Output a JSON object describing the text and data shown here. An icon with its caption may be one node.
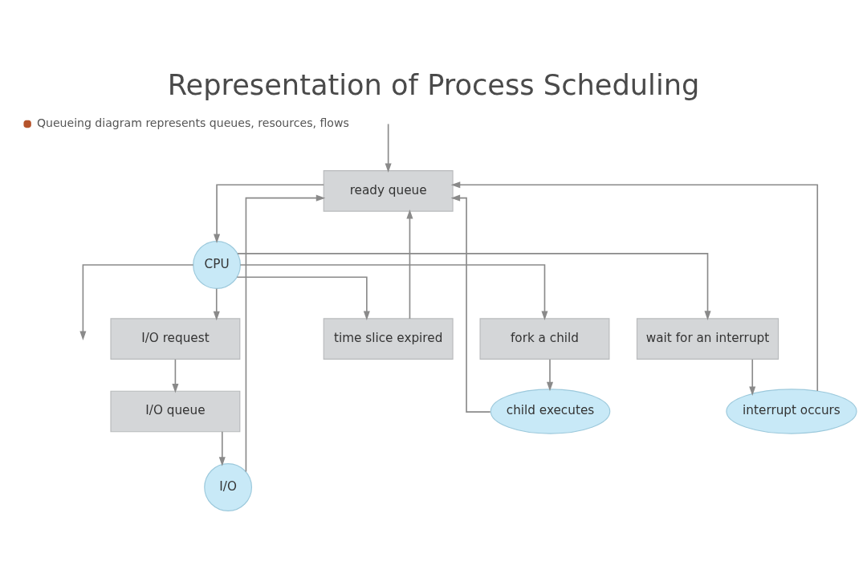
{
  "diagram": {
    "title": "Representation of Process Scheduling",
    "nodes": [
      {
        "text": [
          "ready queue"
        ]
      },
      {
        "text": [
          "CPU"
        ]
      },
      {
        "text": [
          "I/O"
        ]
      },
      {
        "text": [
          "I/O queue"
        ]
      },
      {
        "text": [
          "I/O request"
        ]
      },
      {
        "text": [
          "time slice expired"
        ]
      },
      {
        "text": [
          "fork a child"
        ]
      },
      {
        "text": [
          "child executes"
        ]
      },
      {
        "text": [
          "wait for an interrupt"
        ]
      },
      {
        "text": [
          "interrupt occurs"
        ]
      }
    ],
    "edges": [
      {
        "from": null,
        "to": 0,
        "arrow": "to"
      },
      {
        "from": 0,
        "to": 1,
        "arrow": "to"
      },
      {
        "from": 1,
        "to": null,
        "arrow": "to"
      },
      {
        "from": 1,
        "to": 4,
        "arrow": "to"
      },
      {
        "from": 1,
        "to": 5,
        "arrow": "to"
      },
      {
        "from": 1,
        "to": 6,
        "arrow": "to"
      },
      {
        "from": 1,
        "to": 8,
        "arrow": "to"
      },
      {
        "from": 4,
        "to": 3,
        "arrow": "to"
      },
      {
        "from": 3,
        "to": 2,
        "arrow": "to"
      },
      {
        "from": 6,
        "to": 7,
        "arrow": "to"
      },
      {
        "from": 8,
        "to": 9,
        "arrow": "to"
      },
      {
        "from": 2,
        "to": 0,
        "arrow": "to"
      },
      {
        "from": 5,
        "to": 0,
        "arrow": "to"
      },
      {
        "from": 7,
        "to": 0,
        "arrow": "to"
      },
      {
        "from": 9,
        "to": 0,
        "arrow": "to"
      }
    ],
    "labels": [
      "Queueing diagram represents queues, resources, flows"
    ]
  }
}
